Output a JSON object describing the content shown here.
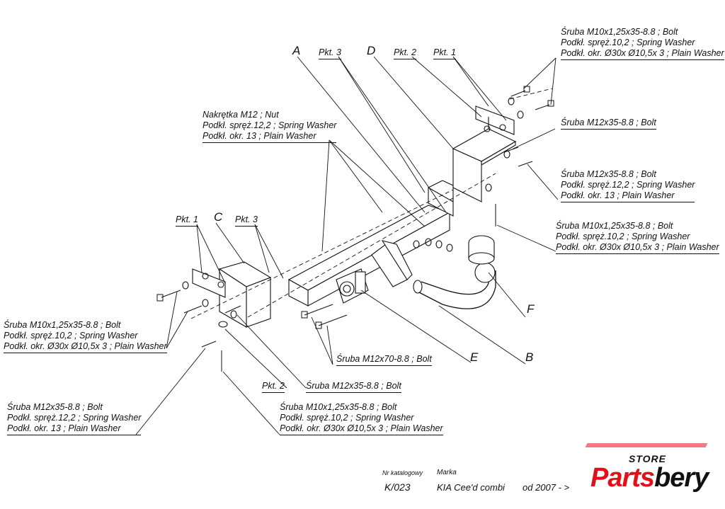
{
  "letters": {
    "A": "A",
    "B": "B",
    "C": "C",
    "D": "D",
    "E": "E",
    "F": "F"
  },
  "pkt": {
    "p1": "Pkt. 1",
    "p2": "Pkt. 2",
    "p3": "Pkt. 3"
  },
  "callouts": {
    "top_right_bolt": [
      "Śruba M10x1,25x35-8.8 ;  Bolt",
      "Podkł. spręż.10,2 ; Spring Washer",
      "Podkł. okr.  Ø30x Ø10,5x 3 ; Plain Washer"
    ],
    "right_m12_bolt": [
      "Śruba M12x35-8.8 ;  Bolt"
    ],
    "right_m12_set": [
      "Śruba M12x35-8.8 ;  Bolt",
      "Podkł. spręż.12,2 ; Spring Washer",
      "Podkł. okr. 13 ; Plain Washer"
    ],
    "right_m10_set": [
      "Śruba M10x1,25x35-8.8 ;  Bolt",
      "Podkł. spręż.10,2 ; Spring Washer",
      "Podkł. okr.  Ø30x Ø10,5x 3 ; Plain Washer"
    ],
    "nut_set": [
      "Nakrętka  M12 ; Nut",
      "Podkł. spręż.12,2 ; Spring Washer",
      "Podkł. okr. 13 ; Plain Washer"
    ],
    "left_m10_set": [
      "Śruba M10x1,25x35-8.8 ;  Bolt",
      "Podkł. spręż.10,2 ; Spring Washer",
      "Podkł. okr.  Ø30x Ø10,5x 3 ; Plain Washer"
    ],
    "m12x70": [
      "Śruba M12x70-8.8 ;  Bolt"
    ],
    "m12x35_mid": [
      "Śruba M12x35-8.8 ;  Bolt"
    ],
    "left_m12_set": [
      "Śruba M12x35-8.8 ;  Bolt",
      "Podkł. spręż.12,2 ; Spring Washer",
      "Podkł. okr. 13 ; Plain Washer"
    ],
    "bottom_m10_set": [
      "Śruba M10x1,25x35-8.8 ;  Bolt",
      "Podkł. spręż.10,2 ; Spring Washer",
      "Podkł. okr.  Ø30x Ø10,5x 3 ; Plain Washer"
    ]
  },
  "catalog": {
    "nr_label": "Nr katalogowy",
    "marka_label": "Marka",
    "number": "K/023",
    "model": "KIA Cee'd combi",
    "years": "od  2007 - >"
  },
  "logo": {
    "store": "STORE",
    "name_part1": "Parts",
    "name_part2": "bery"
  },
  "colors": {
    "line": "#111111",
    "logo_red": "#e3101a"
  }
}
